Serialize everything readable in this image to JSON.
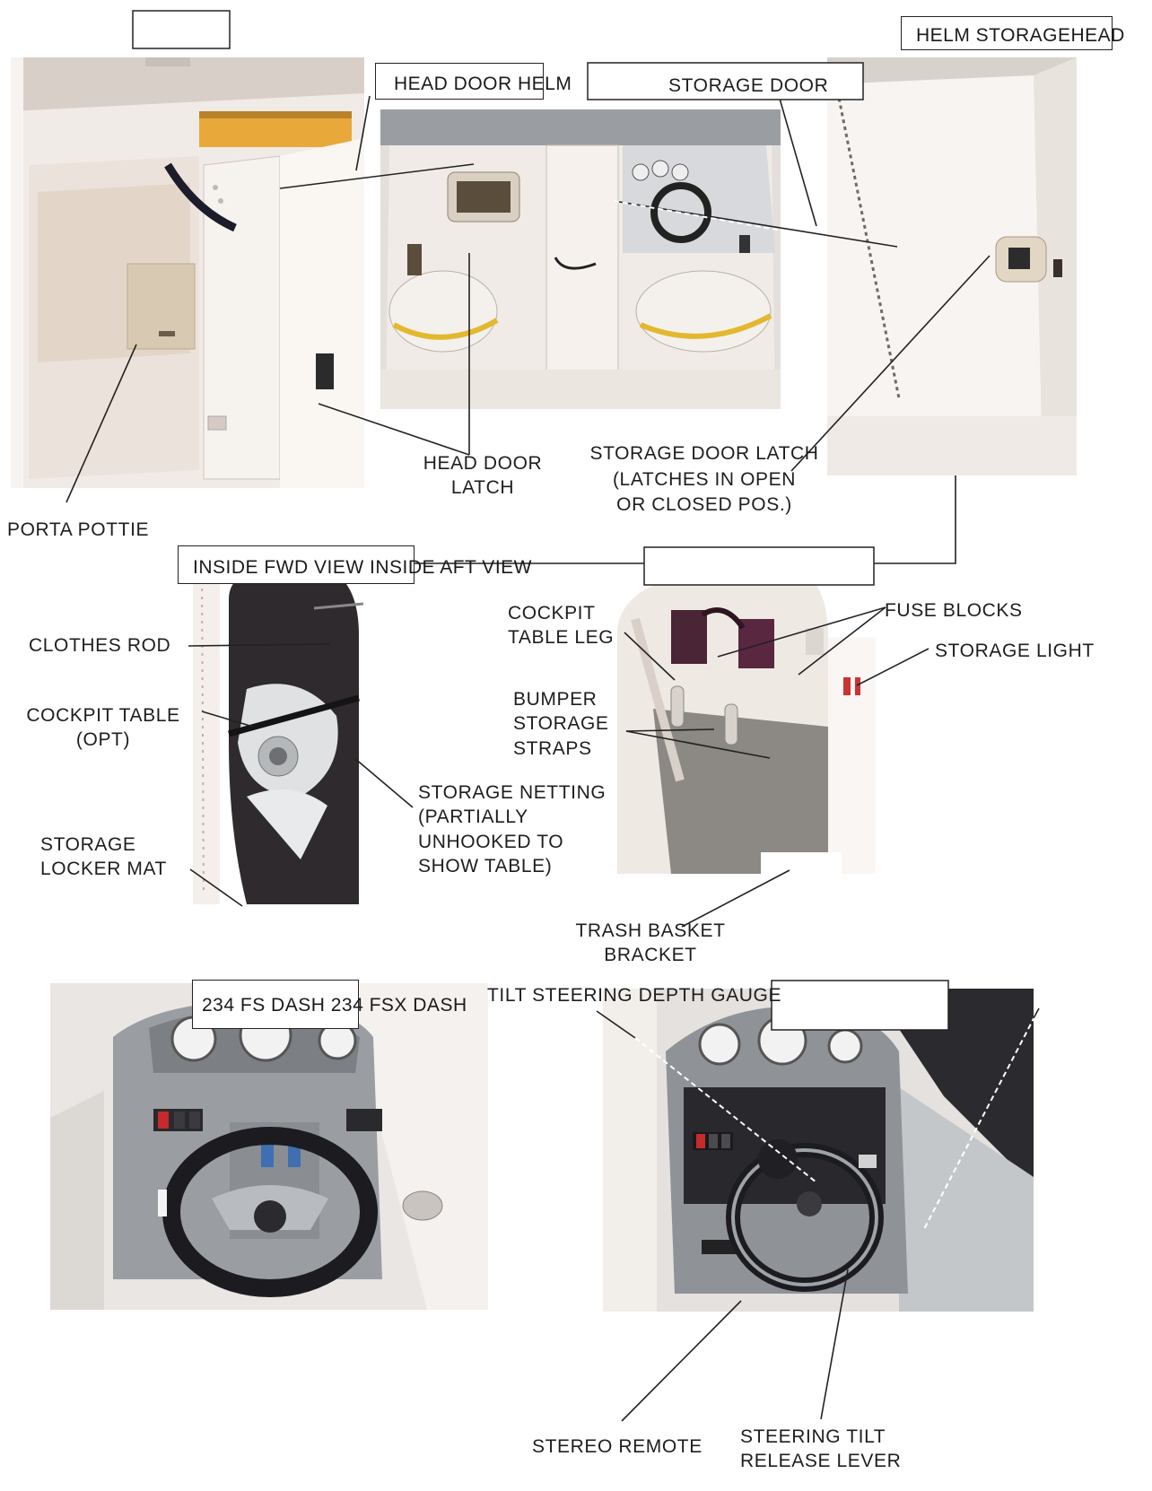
{
  "section1": {
    "boxes": {
      "head_door_helm": "HEAD DOOR HELM",
      "storage_door": "STORAGE DOOR",
      "helm_storage_head": "HELM STORAGEHEAD"
    },
    "labels": {
      "porta_pottie": "PORTA POTTIE",
      "head_door_latch": "HEAD DOOR\nLATCH",
      "storage_door_latch": "STORAGE DOOR LATCH\n(LATCHES IN OPEN\nOR CLOSED POS.)"
    }
  },
  "section2": {
    "boxes": {
      "views": "INSIDE FWD VIEW INSIDE AFT VIEW"
    },
    "labels": {
      "clothes_rod": "CLOTHES ROD",
      "cockpit_table": "COCKPIT TABLE\n(OPT)",
      "storage_locker_mat": "STORAGE\nLOCKER MAT",
      "storage_netting": "STORAGE NETTING\n(PARTIALLY\nUNHOOKED TO\nSHOW TABLE)",
      "cockpit_table_leg": "COCKPIT\nTABLE LEG",
      "bumper_storage_straps": "BUMPER\nSTORAGE\nSTRAPS",
      "fuse_blocks": "FUSE BLOCKS",
      "storage_light": "STORAGE LIGHT",
      "trash_basket_bracket": "TRASH BASKET\nBRACKET"
    }
  },
  "section3": {
    "boxes": {
      "dash": "234 FS DASH 234 FSX DASH"
    },
    "labels": {
      "tilt_depth": "TILT STEERING DEPTH GAUGE",
      "stereo_remote": "STEREO REMOTE",
      "steering_tilt": "STEERING TILT\nRELEASE LEVER"
    }
  },
  "colors": {
    "hull_white": "#f2ece6",
    "seat_stripe": "#e6c23a",
    "dash_gray": "#8d9296",
    "dark_panel": "#2b2b30",
    "wheel_black": "#1e1e22"
  }
}
